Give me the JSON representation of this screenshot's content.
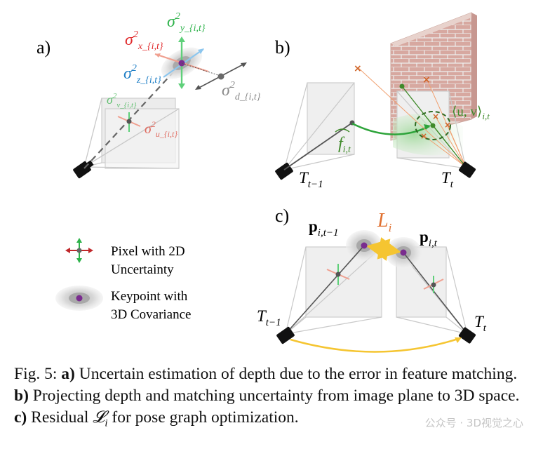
{
  "panels": {
    "a": {
      "label": "a)",
      "sigma_x": "x_{i,t}",
      "sigma_y": "y_{i,t}",
      "sigma_z": "z_{i,t}",
      "sigma_d": "d_{i,t}",
      "sigma_v": "v_{i,t}",
      "sigma_u": "u_{i,t}"
    },
    "b": {
      "label": "b)",
      "f_sub": "i,t",
      "uv_text": "⟨u, v⟩",
      "uv_sub": "i,t",
      "T_prev": "T",
      "T_prev_sub": "t−1",
      "T_curr": "T",
      "T_curr_sub": "t"
    },
    "c": {
      "label": "c)",
      "L": "L",
      "L_sub": "i",
      "p_prev": "p",
      "p_prev_sub": "i,t−1",
      "p_curr": "p",
      "p_curr_sub": "i,t",
      "T_prev": "T",
      "T_prev_sub": "t−1",
      "T_curr": "T",
      "T_curr_sub": "t"
    }
  },
  "legend": {
    "pixel_line1": "Pixel with 2D",
    "pixel_line2": "Uncertainty",
    "keypoint_line1": "Keypoint with",
    "keypoint_line2": "3D Covariance"
  },
  "caption": {
    "prefix": "Fig. 5: ",
    "a_label": "a)",
    "a_text": " Uncertain estimation of depth due to the error in feature matching. ",
    "b_label": "b)",
    "b_text": " Projecting depth and matching uncertainty from image plane to 3D space. ",
    "c_label": "c)",
    "c_text": " Residual ",
    "c_symbol": "𝓛",
    "c_symbol_sub": "i",
    "c_text2": " for pose graph optimization."
  },
  "watermark": "公众号 · 3D视觉之心",
  "colors": {
    "red": "#e0292b",
    "green": "#2db24a",
    "blue": "#1f7fc6",
    "gray": "#7a7a7a",
    "orange": "#e07030",
    "yellow": "#f5c531",
    "purple": "#7a2c8f",
    "dark_green": "#3f8a2a"
  }
}
